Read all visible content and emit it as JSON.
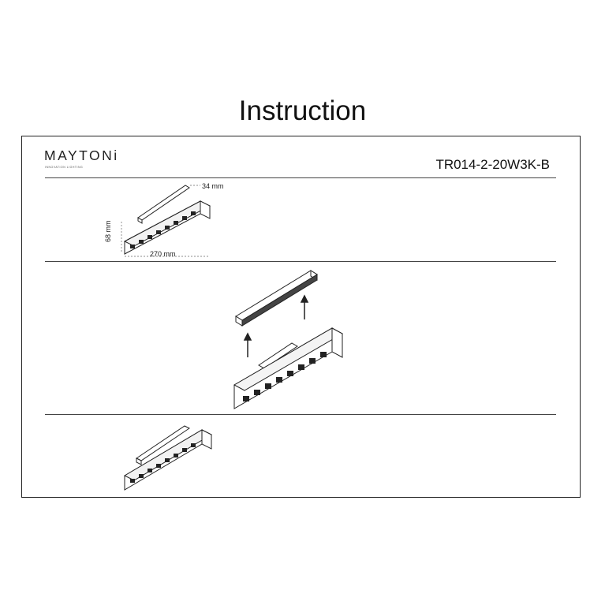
{
  "page_title": "Instruction",
  "brand": {
    "name": "MAYTONi",
    "tagline": "INNOVATION LIGHTING"
  },
  "model_code": "TR014-2-20W3K-B",
  "dimensions": {
    "depth": "34 mm",
    "height": "68 mm",
    "length": "270 mm"
  },
  "steps": [
    {
      "name": "dimensions"
    },
    {
      "name": "mounting-into-track"
    },
    {
      "name": "installed"
    }
  ]
}
